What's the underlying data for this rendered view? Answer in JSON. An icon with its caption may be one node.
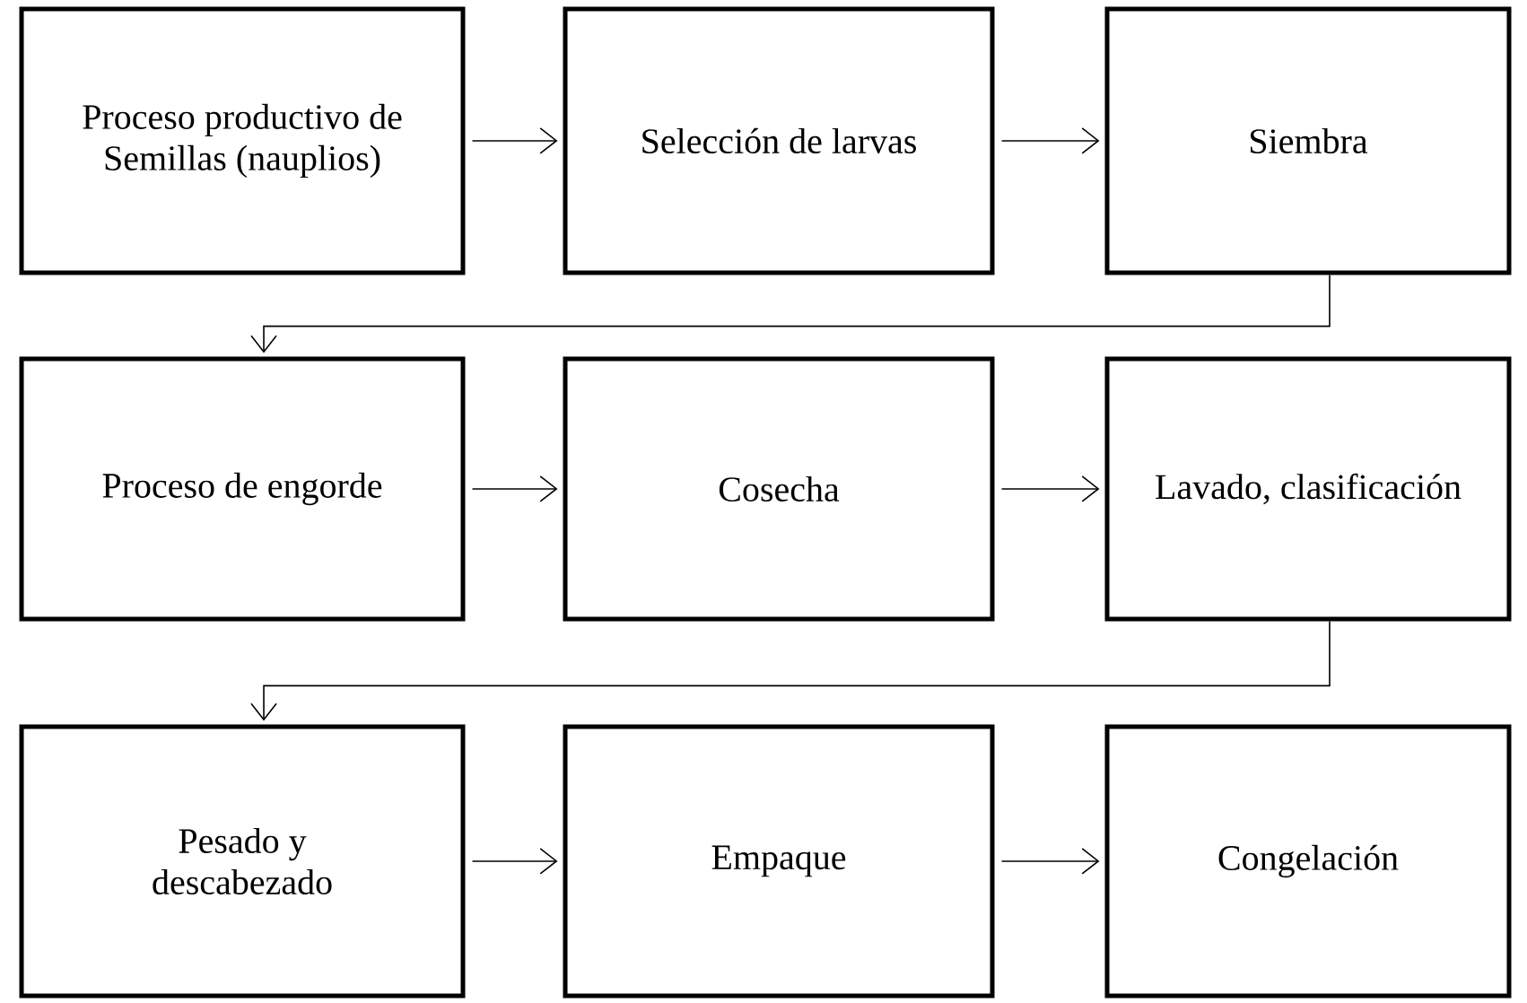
{
  "diagram": {
    "nodes": [
      {
        "text": [
          "Proceso productivo de Semillas (nauplios)"
        ]
      },
      {
        "text": [
          "Selección de larvas"
        ]
      },
      {
        "text": [
          "Siembra"
        ]
      },
      {
        "text": [
          "Proceso de engorde"
        ]
      },
      {
        "text": [
          "Cosecha"
        ]
      },
      {
        "text": [
          "Lavado, clasificación"
        ]
      },
      {
        "text": [
          "Pesado y descabezado"
        ]
      },
      {
        "text": [
          "Empaque"
        ]
      },
      {
        "text": [
          "Congelación"
        ]
      }
    ],
    "edges": [
      {
        "from": 0,
        "to": 1,
        "arrow": "to"
      },
      {
        "from": 1,
        "to": 2,
        "arrow": "to"
      },
      {
        "from": 2,
        "to": 3,
        "arrow": "to"
      },
      {
        "from": 3,
        "to": 4,
        "arrow": "to"
      },
      {
        "from": 4,
        "to": 5,
        "arrow": "to"
      },
      {
        "from": 5,
        "to": 6,
        "arrow": "to"
      },
      {
        "from": 6,
        "to": 7,
        "arrow": "to"
      },
      {
        "from": 7,
        "to": 8,
        "arrow": "to"
      }
    ]
  }
}
